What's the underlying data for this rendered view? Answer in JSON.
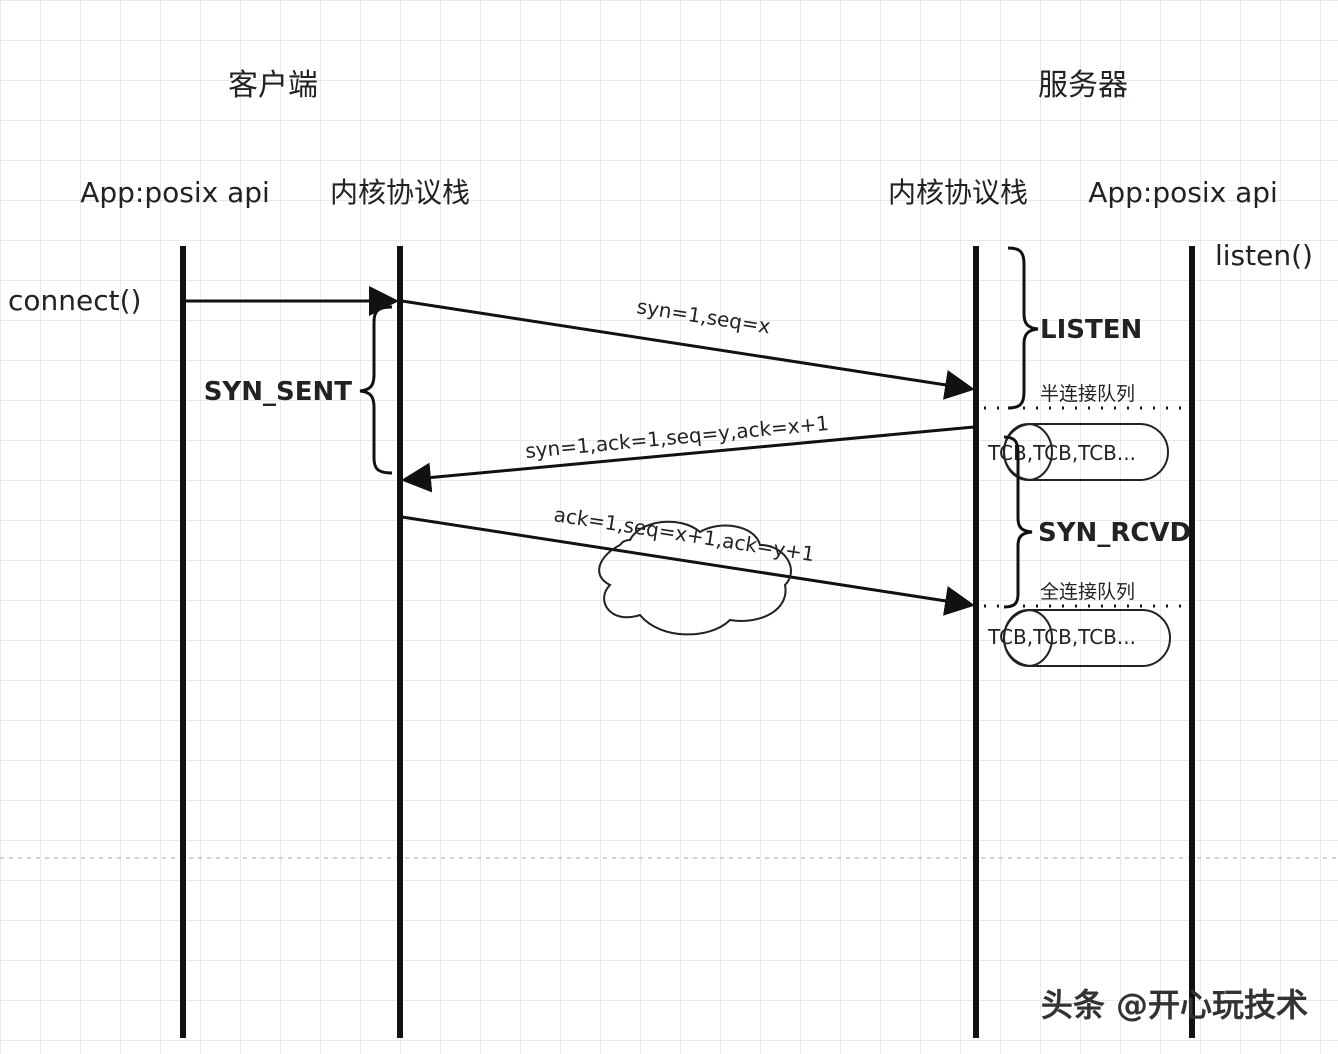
{
  "headers": {
    "client": "客户端",
    "server": "服务器"
  },
  "lanes": {
    "client_app": "App:posix api",
    "client_kernel": "内核协议栈",
    "server_kernel": "内核协议栈",
    "server_app": "App:posix api"
  },
  "calls": {
    "connect": "connect()",
    "listen": "listen()"
  },
  "messages": {
    "syn": "syn=1,seq=x",
    "synack": "syn=1,ack=1,seq=y,ack=x+1",
    "ack": "ack=1,seq=x+1,ack=y+1"
  },
  "states": {
    "syn_sent": "SYN_SENT",
    "listen": "LISTEN",
    "syn_rcvd": "SYN_RCVD"
  },
  "queues": {
    "half": {
      "label": "半连接队列",
      "content": "TCB,TCB,TCB..."
    },
    "full": {
      "label": "全连接队列",
      "content": "TCB,TCB,TCB..."
    }
  },
  "watermark": "头条 @开心玩技术",
  "colors": {
    "line": "#111111",
    "grid": "#e6e9ee"
  }
}
